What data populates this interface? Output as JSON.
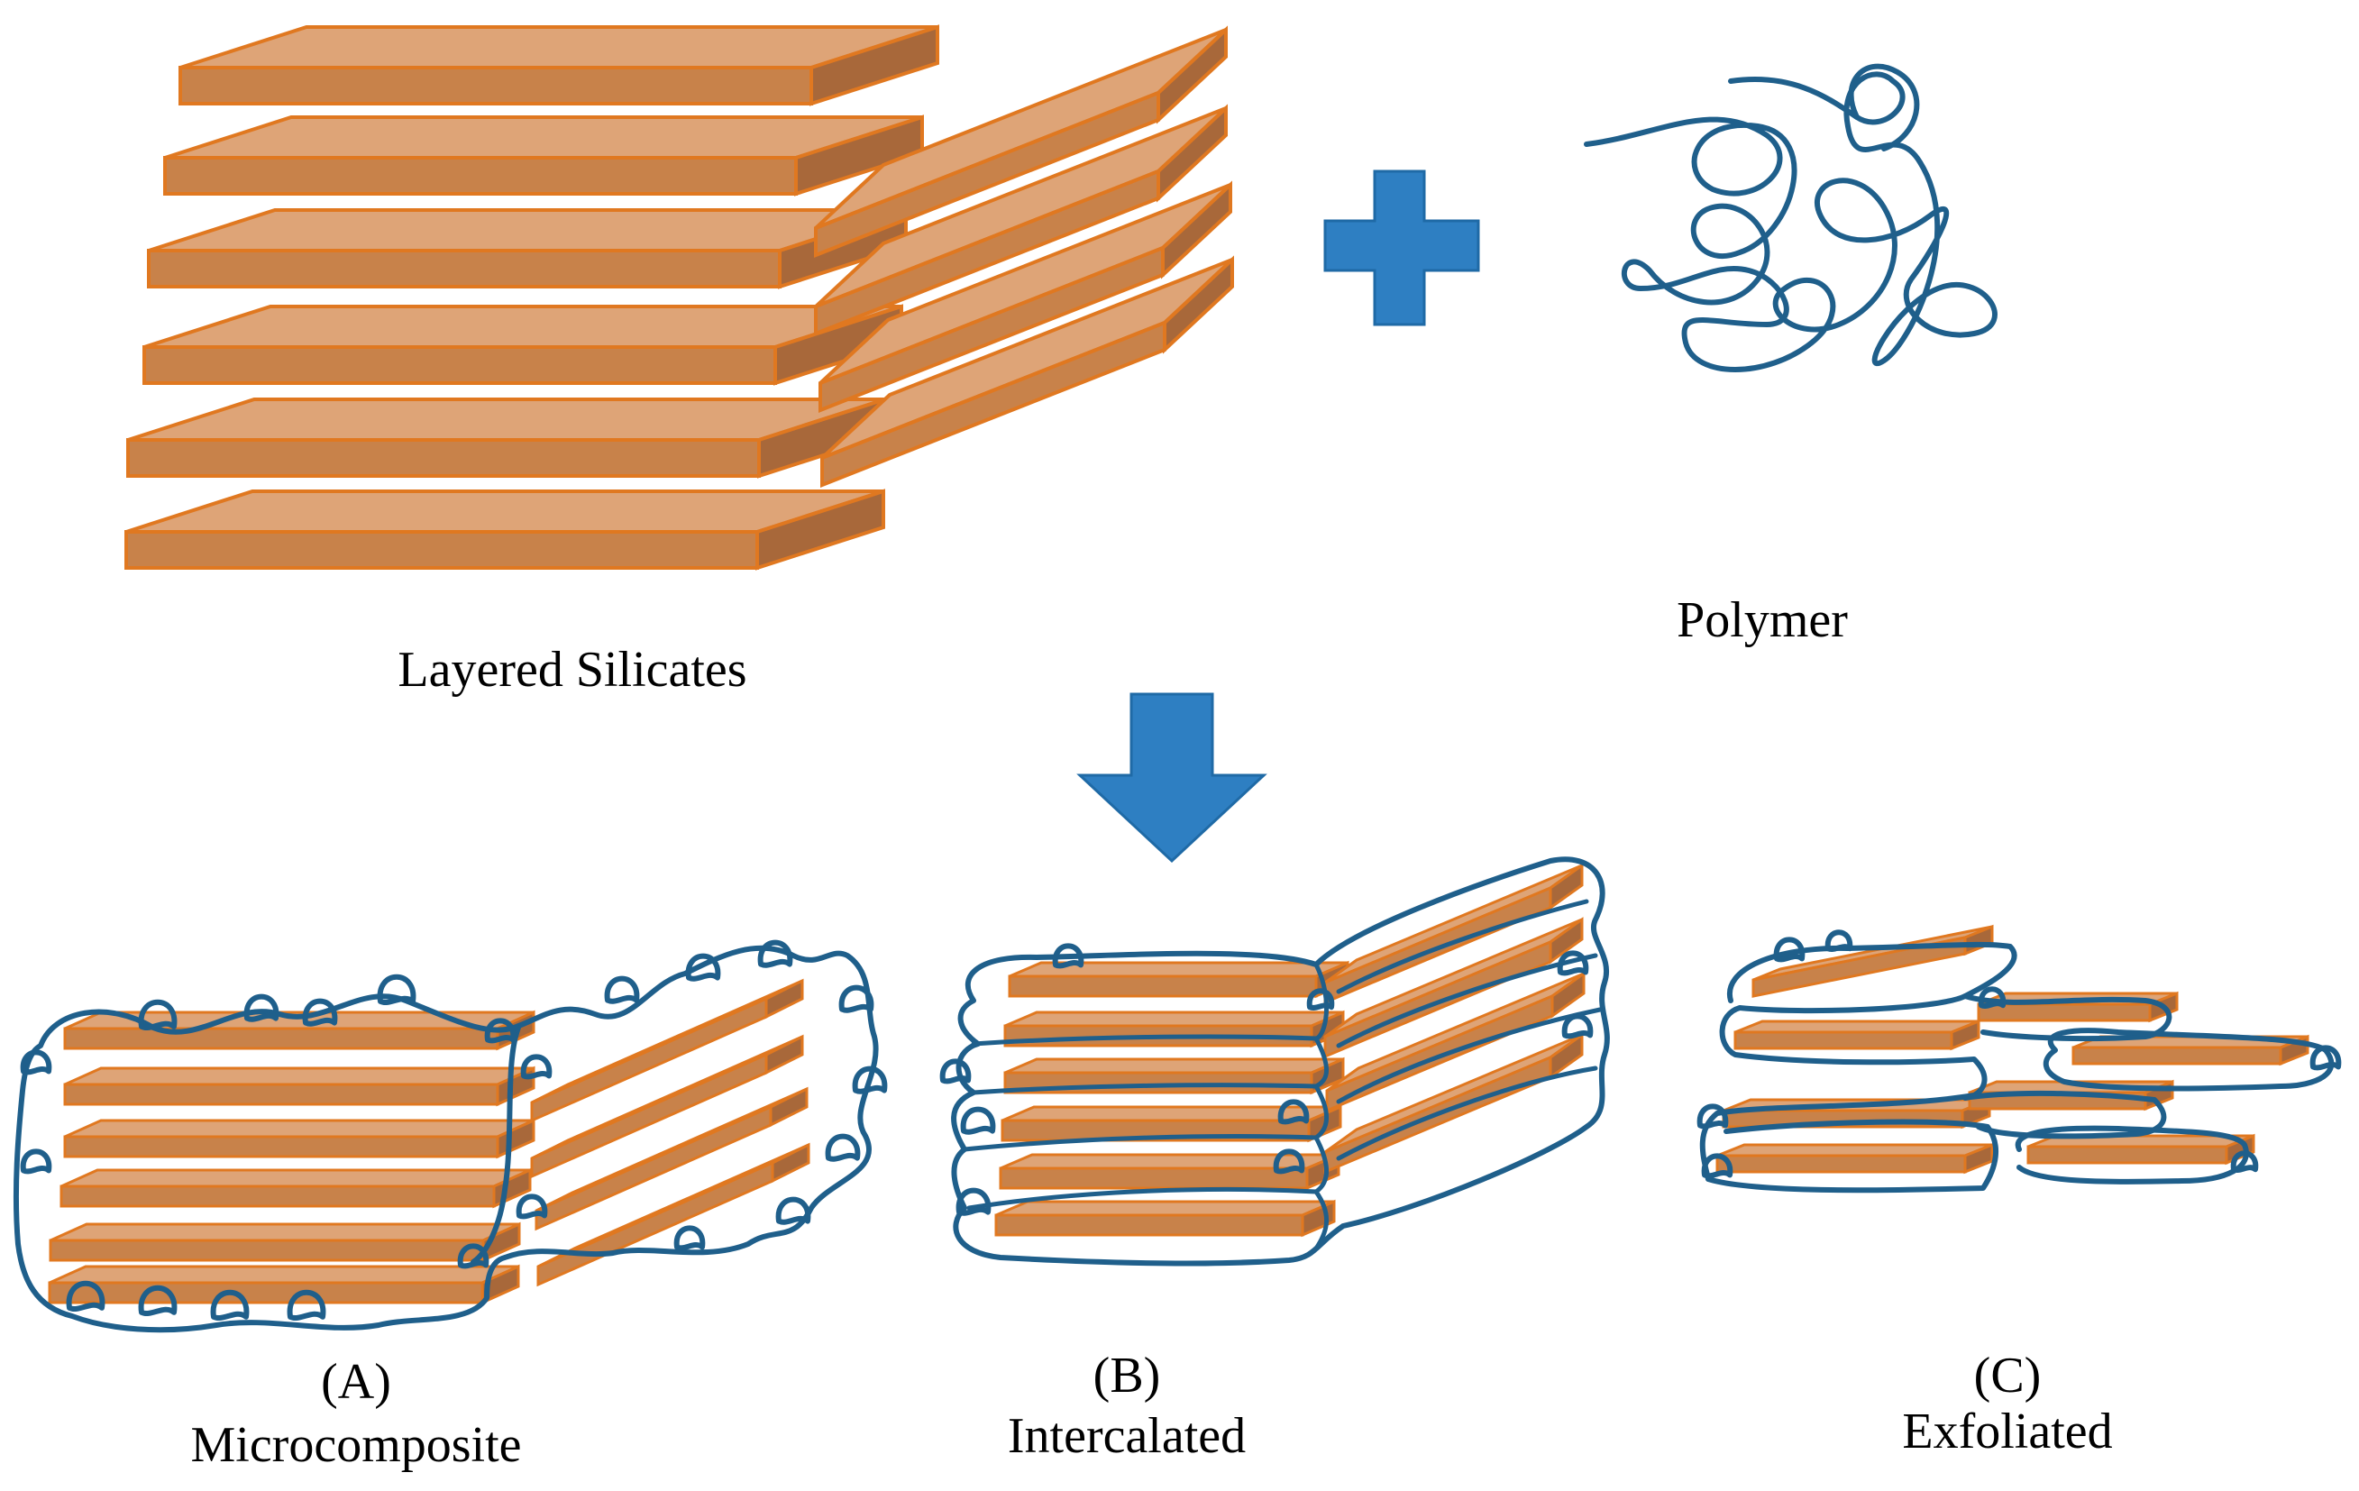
{
  "labels": {
    "layered_silicates": "Layered Silicates",
    "polymer": "Polymer",
    "a_letter": "(A)",
    "a_name": "Microcomposite",
    "b_letter": "(B)",
    "b_name": "Intercalated",
    "c_letter": "(C)",
    "c_name": "Exfoliated"
  },
  "colors": {
    "silicate_top": "#DEA477",
    "silicate_front": "#C8824A",
    "silicate_side": "#A8683A",
    "silicate_edge": "#E07820",
    "polymer_line": "#1F5F8B",
    "arrow_fill": "#2E7FC2"
  },
  "icons": {
    "plus": "plus-icon",
    "arrow": "down-arrow-icon"
  }
}
